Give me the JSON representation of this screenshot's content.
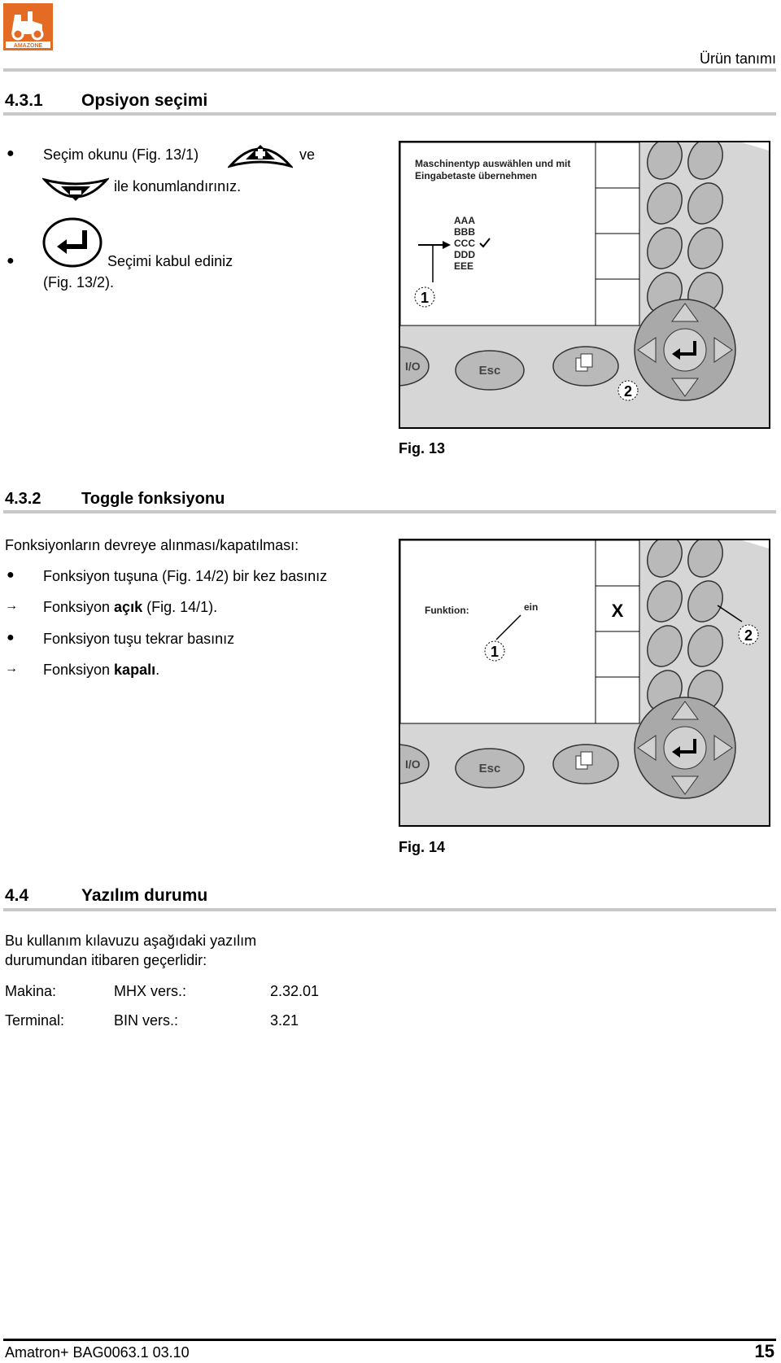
{
  "header": {
    "logo_text": "AMAZONE",
    "section": "Ürün tanımı"
  },
  "sec431": {
    "num": "4.3.1",
    "title": "Opsiyon seçimi",
    "b1_a": "Seçim okunu (Fig. 13/1)",
    "b1_b": "ve",
    "b1_c": "ile konumlandırınız.",
    "b2_a": "Seçimi kabul ediniz",
    "b2_b": "(Fig. 13/2)."
  },
  "fig13": {
    "caption": "Fig. 13",
    "screen_line1": "Maschinentyp auswählen und mit",
    "screen_line2": "Eingabetaste übernehmen",
    "options": [
      "AAA",
      "BBB",
      "CCC",
      "DDD",
      "EEE"
    ],
    "callout1": "1",
    "callout2": "2",
    "key_io": "I/O",
    "key_esc": "Esc"
  },
  "sec432": {
    "num": "4.3.2",
    "title": "Toggle fonksiyonu",
    "intro": "Fonksiyonların devreye alınması/kapatılması:",
    "l1": "Fonksiyon tuşuna (Fig. 14/2) bir kez basınız",
    "l2_a": "Fonksiyon ",
    "l2_b": "açık",
    "l2_c": " (Fig. 14/1).",
    "l3": "Fonksiyon tuşu tekrar basınız",
    "l4_a": "Fonksiyon ",
    "l4_b": "kapalı",
    "l4_c": "."
  },
  "fig14": {
    "caption": "Fig. 14",
    "label": "Funktion:",
    "value": "ein",
    "softkey_mark": "X",
    "callout1": "1",
    "callout2": "2",
    "key_io": "I/O",
    "key_esc": "Esc"
  },
  "sec44": {
    "num": "4.4",
    "title": "Yazılım durumu",
    "p1": "Bu kullanım kılavuzu aşağıdaki yazılım",
    "p2": "durumundan itibaren geçerlidir:",
    "rows": [
      {
        "label": "Makina:",
        "name": "MHX vers.:",
        "value": "2.32.01"
      },
      {
        "label": "Terminal:",
        "name": "BIN vers.:",
        "value": "3.21"
      }
    ]
  },
  "footer": {
    "doc": "Amatron+  BAG0063.1  03.10",
    "page": "15"
  }
}
